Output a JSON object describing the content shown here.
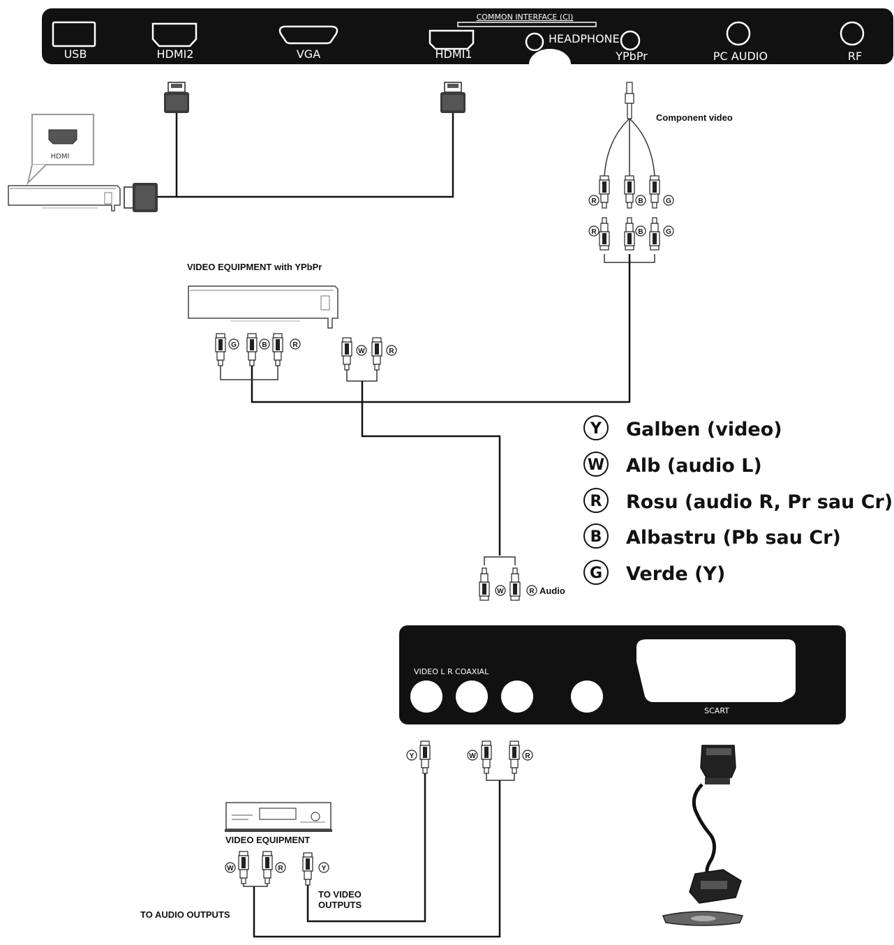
{
  "tv_panel": {
    "usb": "USB",
    "hdmi2": "HDMI2",
    "vga": "VGA",
    "common_interface": "COMMON INTERFACE (CI)",
    "hdmi1": "HDMI1",
    "headphone": "HEADPHONE",
    "ypbpr": "YPbPr",
    "pc_audio": "PC AUDIO",
    "rf": "RF"
  },
  "hdmi_device": {
    "label": "HDMI"
  },
  "component_video": {
    "label": "Component video",
    "letters": [
      "R",
      "B",
      "G"
    ]
  },
  "ypbpr_equipment": {
    "title": "VIDEO EQUIPMENT with YPbPr",
    "video_letters": [
      "G",
      "B",
      "R"
    ],
    "audio_letters": [
      "W",
      "R"
    ]
  },
  "legend": [
    {
      "letter": "Y",
      "text": "Galben (video)"
    },
    {
      "letter": "W",
      "text": "Alb (audio L)"
    },
    {
      "letter": "R",
      "text": "Rosu (audio R, Pr sau Cr)"
    },
    {
      "letter": "B",
      "text": "Albastru (Pb sau Cr)"
    },
    {
      "letter": "G",
      "text": "Verde (Y)"
    }
  ],
  "audio_plug": {
    "w": "W",
    "r": "R",
    "label": "Audio"
  },
  "av_panel": {
    "jacks_label": "VIDEO L R COAXIAL",
    "scart": "SCART"
  },
  "av_plugs": {
    "y": "Y",
    "w": "W",
    "r": "R"
  },
  "video_equipment": {
    "title": "VIDEO EQUIPMENT",
    "audio_letters": [
      "W",
      "R"
    ],
    "video_letter": "Y",
    "to_video_line1": "TO VIDEO",
    "to_video_line2": "OUTPUTS",
    "to_audio": "TO AUDIO OUTPUTS"
  }
}
